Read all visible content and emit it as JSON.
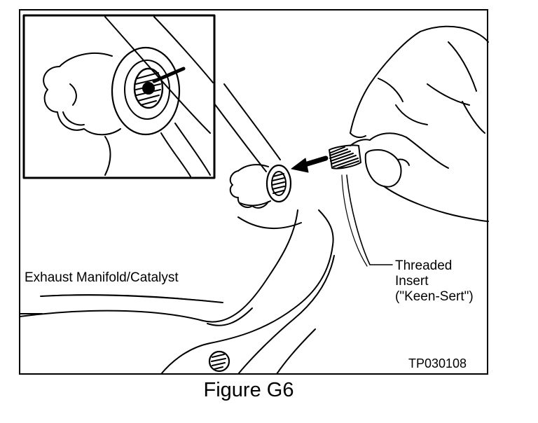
{
  "figure": {
    "caption": "Figure G6",
    "reference_code": "TP030108"
  },
  "callouts": {
    "exhaust_manifold": "Exhaust Manifold/Catalyst",
    "insert_line1": "Threaded",
    "insert_line2": "Insert",
    "insert_line3": "(\"Keen-Sert\")"
  },
  "colors": {
    "ink": "#000000",
    "paper": "#ffffff"
  }
}
